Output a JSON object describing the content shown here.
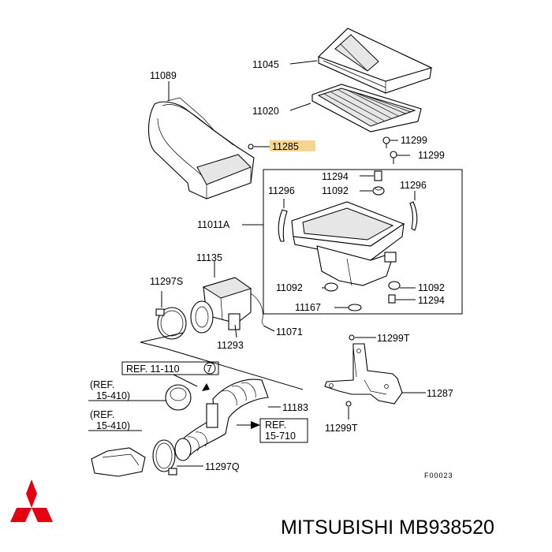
{
  "labels": {
    "p11045": "11045",
    "p11020": "11020",
    "p11089": "11089",
    "p11285": "11285",
    "p11299_a": "11299",
    "p11299_b": "11299",
    "p11294_a": "11294",
    "p11092_a": "11092",
    "p11296_l": "11296",
    "p11296_r": "11296",
    "p11011a": "11011A",
    "p11135": "11135",
    "p11297s": "11297S",
    "p11092_b": "11092",
    "p11092_c": "11092",
    "p11167": "11167",
    "p11294_b": "11294",
    "p11071": "11071",
    "p11293": "11293",
    "p11299t_a": "11299T",
    "p11287": "11287",
    "p11299t_b": "11299T",
    "p11183": "11183",
    "p11297q": "11297Q",
    "ref_1": "REF. 11-110",
    "ref_1_num": "7",
    "ref_2_l1": "(REF.",
    "ref_2_l2": "15-410)",
    "ref_3_l1": "(REF.",
    "ref_3_l2": "15-410)",
    "ref_4_l1": "REF.",
    "ref_4_l2": "15-710",
    "figure_code": "F00023"
  },
  "highlight_color": "#f5d68c",
  "brand": {
    "logo": "mitsubishi-three-diamonds",
    "logo_color": "#e60012",
    "caption": "MITSUBISHI MB938520"
  }
}
